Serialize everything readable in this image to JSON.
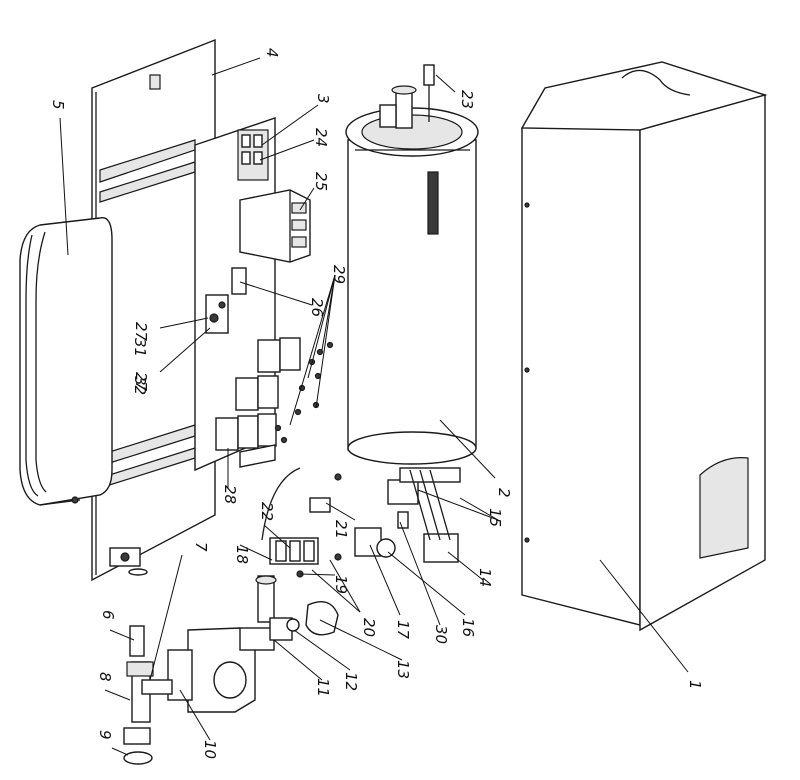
{
  "diagram": {
    "labels": [
      "1",
      "2",
      "3",
      "4",
      "5",
      "6",
      "7",
      "8",
      "9",
      "10",
      "11",
      "12",
      "13",
      "15",
      "14",
      "16",
      "17",
      "18",
      "19",
      "20",
      "21",
      "22",
      "23",
      "24",
      "25",
      "26",
      "27",
      "27",
      "28",
      "29",
      "30",
      "31",
      "32"
    ]
  }
}
